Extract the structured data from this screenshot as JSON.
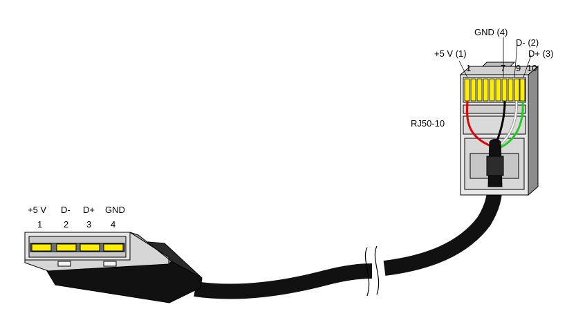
{
  "usb": {
    "pins": [
      {
        "signal": "+5 V",
        "number": "1"
      },
      {
        "signal": "D-",
        "number": "2"
      },
      {
        "signal": "D+",
        "number": "3"
      },
      {
        "signal": "GND",
        "number": "4"
      }
    ]
  },
  "rj50": {
    "name": "RJ50-10",
    "callouts": {
      "vcc": "+5 V (1)",
      "gnd": "GND (4)",
      "dminus": "D- (2)",
      "dplus": "D+ (3)"
    },
    "pin_numbers": {
      "p1": "1",
      "p7": "7",
      "p9": "9",
      "p10": "10"
    }
  },
  "colors": {
    "contact": "#ffee00",
    "wire_vcc": "#e00000",
    "wire_gnd": "#000000",
    "wire_dminus": "#ffffff",
    "wire_dplus": "#22cc22",
    "body_light": "#e8e8e8",
    "body_mid": "#bdbdbd",
    "body_dark": "#8c8c8c",
    "cable": "#111111"
  }
}
